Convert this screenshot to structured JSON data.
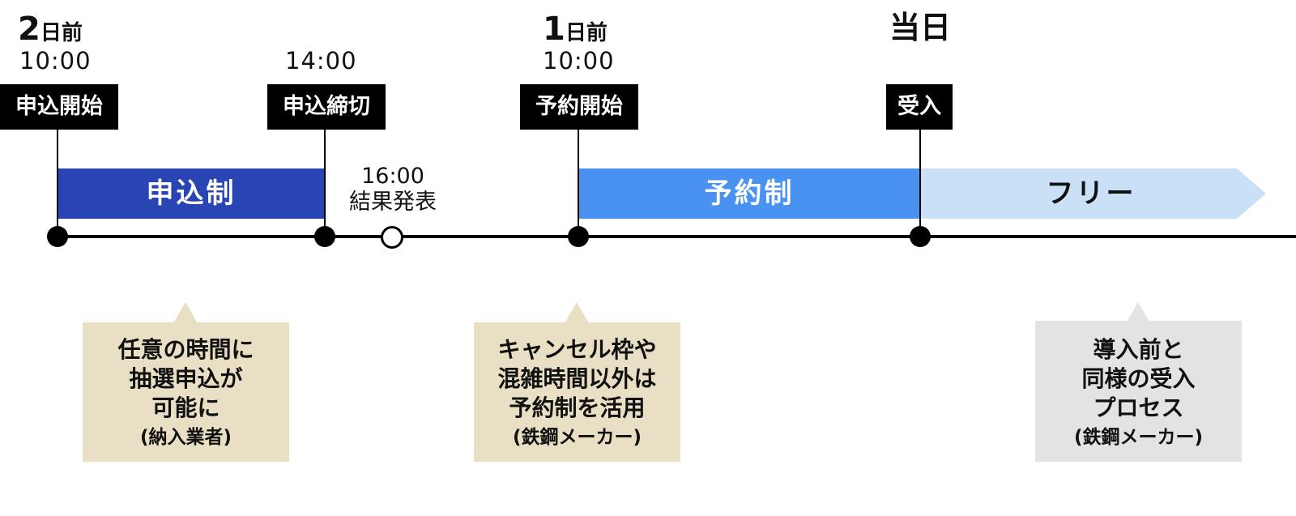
{
  "header": {
    "day2_num": "2",
    "day2_suffix": "日前",
    "day1_num": "1",
    "day1_suffix": "日前",
    "day0_label": "当日"
  },
  "times": {
    "t_1000_a": "10:00",
    "t_1400": "14:00",
    "t_1000_b": "10:00"
  },
  "milestones": {
    "apply_start": "申込開始",
    "apply_close": "申込締切",
    "reserve_start": "予約開始",
    "receive": "受入"
  },
  "result": {
    "time": "16:00",
    "label": "結果発表"
  },
  "bands": {
    "lottery": "申込制",
    "reservation": "予約制",
    "free": "フリー"
  },
  "notes": {
    "lottery": {
      "line1": "任意の時間に",
      "line2": "抽選申込が",
      "line3": "可能に",
      "line4": "(納入業者)"
    },
    "reservation": {
      "line1": "キャンセル枠や",
      "line2": "混雑時間以外は",
      "line3": "予約制を活用",
      "line4": "(鉄鋼メーカー)"
    },
    "free": {
      "line1": "導入前と",
      "line2": "同様の受入",
      "line3": "プロセス",
      "line4": "(鉄鋼メーカー)"
    }
  },
  "colors": {
    "lottery_band": "#2845b3",
    "reservation_band": "#4a92f2",
    "free_band": "#c9e0f6",
    "note_beige": "#e9dfc5",
    "note_gray": "#e3e3e3"
  }
}
